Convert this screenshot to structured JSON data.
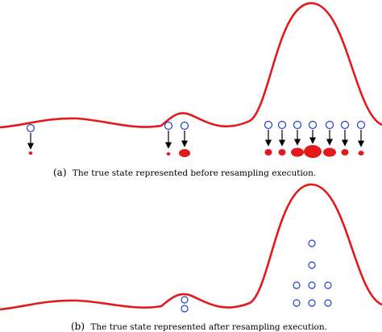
{
  "colors": {
    "curve": "#e31a1c",
    "particle_ring": "#1f3fd6",
    "weight_blob": "#e31a1c",
    "arrow": "#000000"
  },
  "panel_a": {
    "tag": "(a)",
    "caption": "The true state represented before resampling execution.",
    "particles": [
      {
        "id": 1,
        "weight": 0.25
      },
      {
        "id": 2,
        "weight": 0.25
      },
      {
        "id": 3,
        "weight": 1.0
      },
      {
        "id": 4,
        "weight": 0.6
      },
      {
        "id": 5,
        "weight": 0.6
      },
      {
        "id": 6,
        "weight": 1.1
      },
      {
        "id": 7,
        "weight": 1.6
      },
      {
        "id": 8,
        "weight": 1.1
      },
      {
        "id": 9,
        "weight": 0.6
      },
      {
        "id": 10,
        "weight": 0.5
      }
    ]
  },
  "panel_b": {
    "tag": "(b)",
    "caption": "The true state represented after resampling execution."
  }
}
